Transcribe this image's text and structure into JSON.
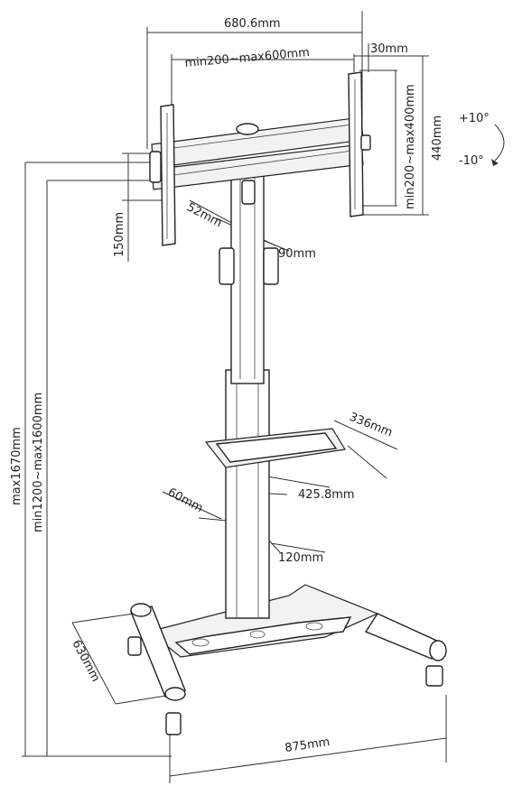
{
  "dimensions": {
    "overall_width": "680.6mm",
    "vesa_width": "min200~max600mm",
    "depth_offset": "30mm",
    "vesa_height": "min200~max400mm",
    "bracket_height": "440mm",
    "tilt_up": "+10°",
    "tilt_down": "-10°",
    "bracket_arm": "150mm",
    "column_depth": "52mm",
    "column_width": "90mm",
    "shelf_depth": "336mm",
    "shelf_width": "425.8mm",
    "lower_column_depth": "60mm",
    "lower_column_width": "120mm",
    "base_depth": "630mm",
    "base_width": "875mm",
    "max_height": "max1670mm",
    "height_range": "min1200~max1600mm"
  }
}
